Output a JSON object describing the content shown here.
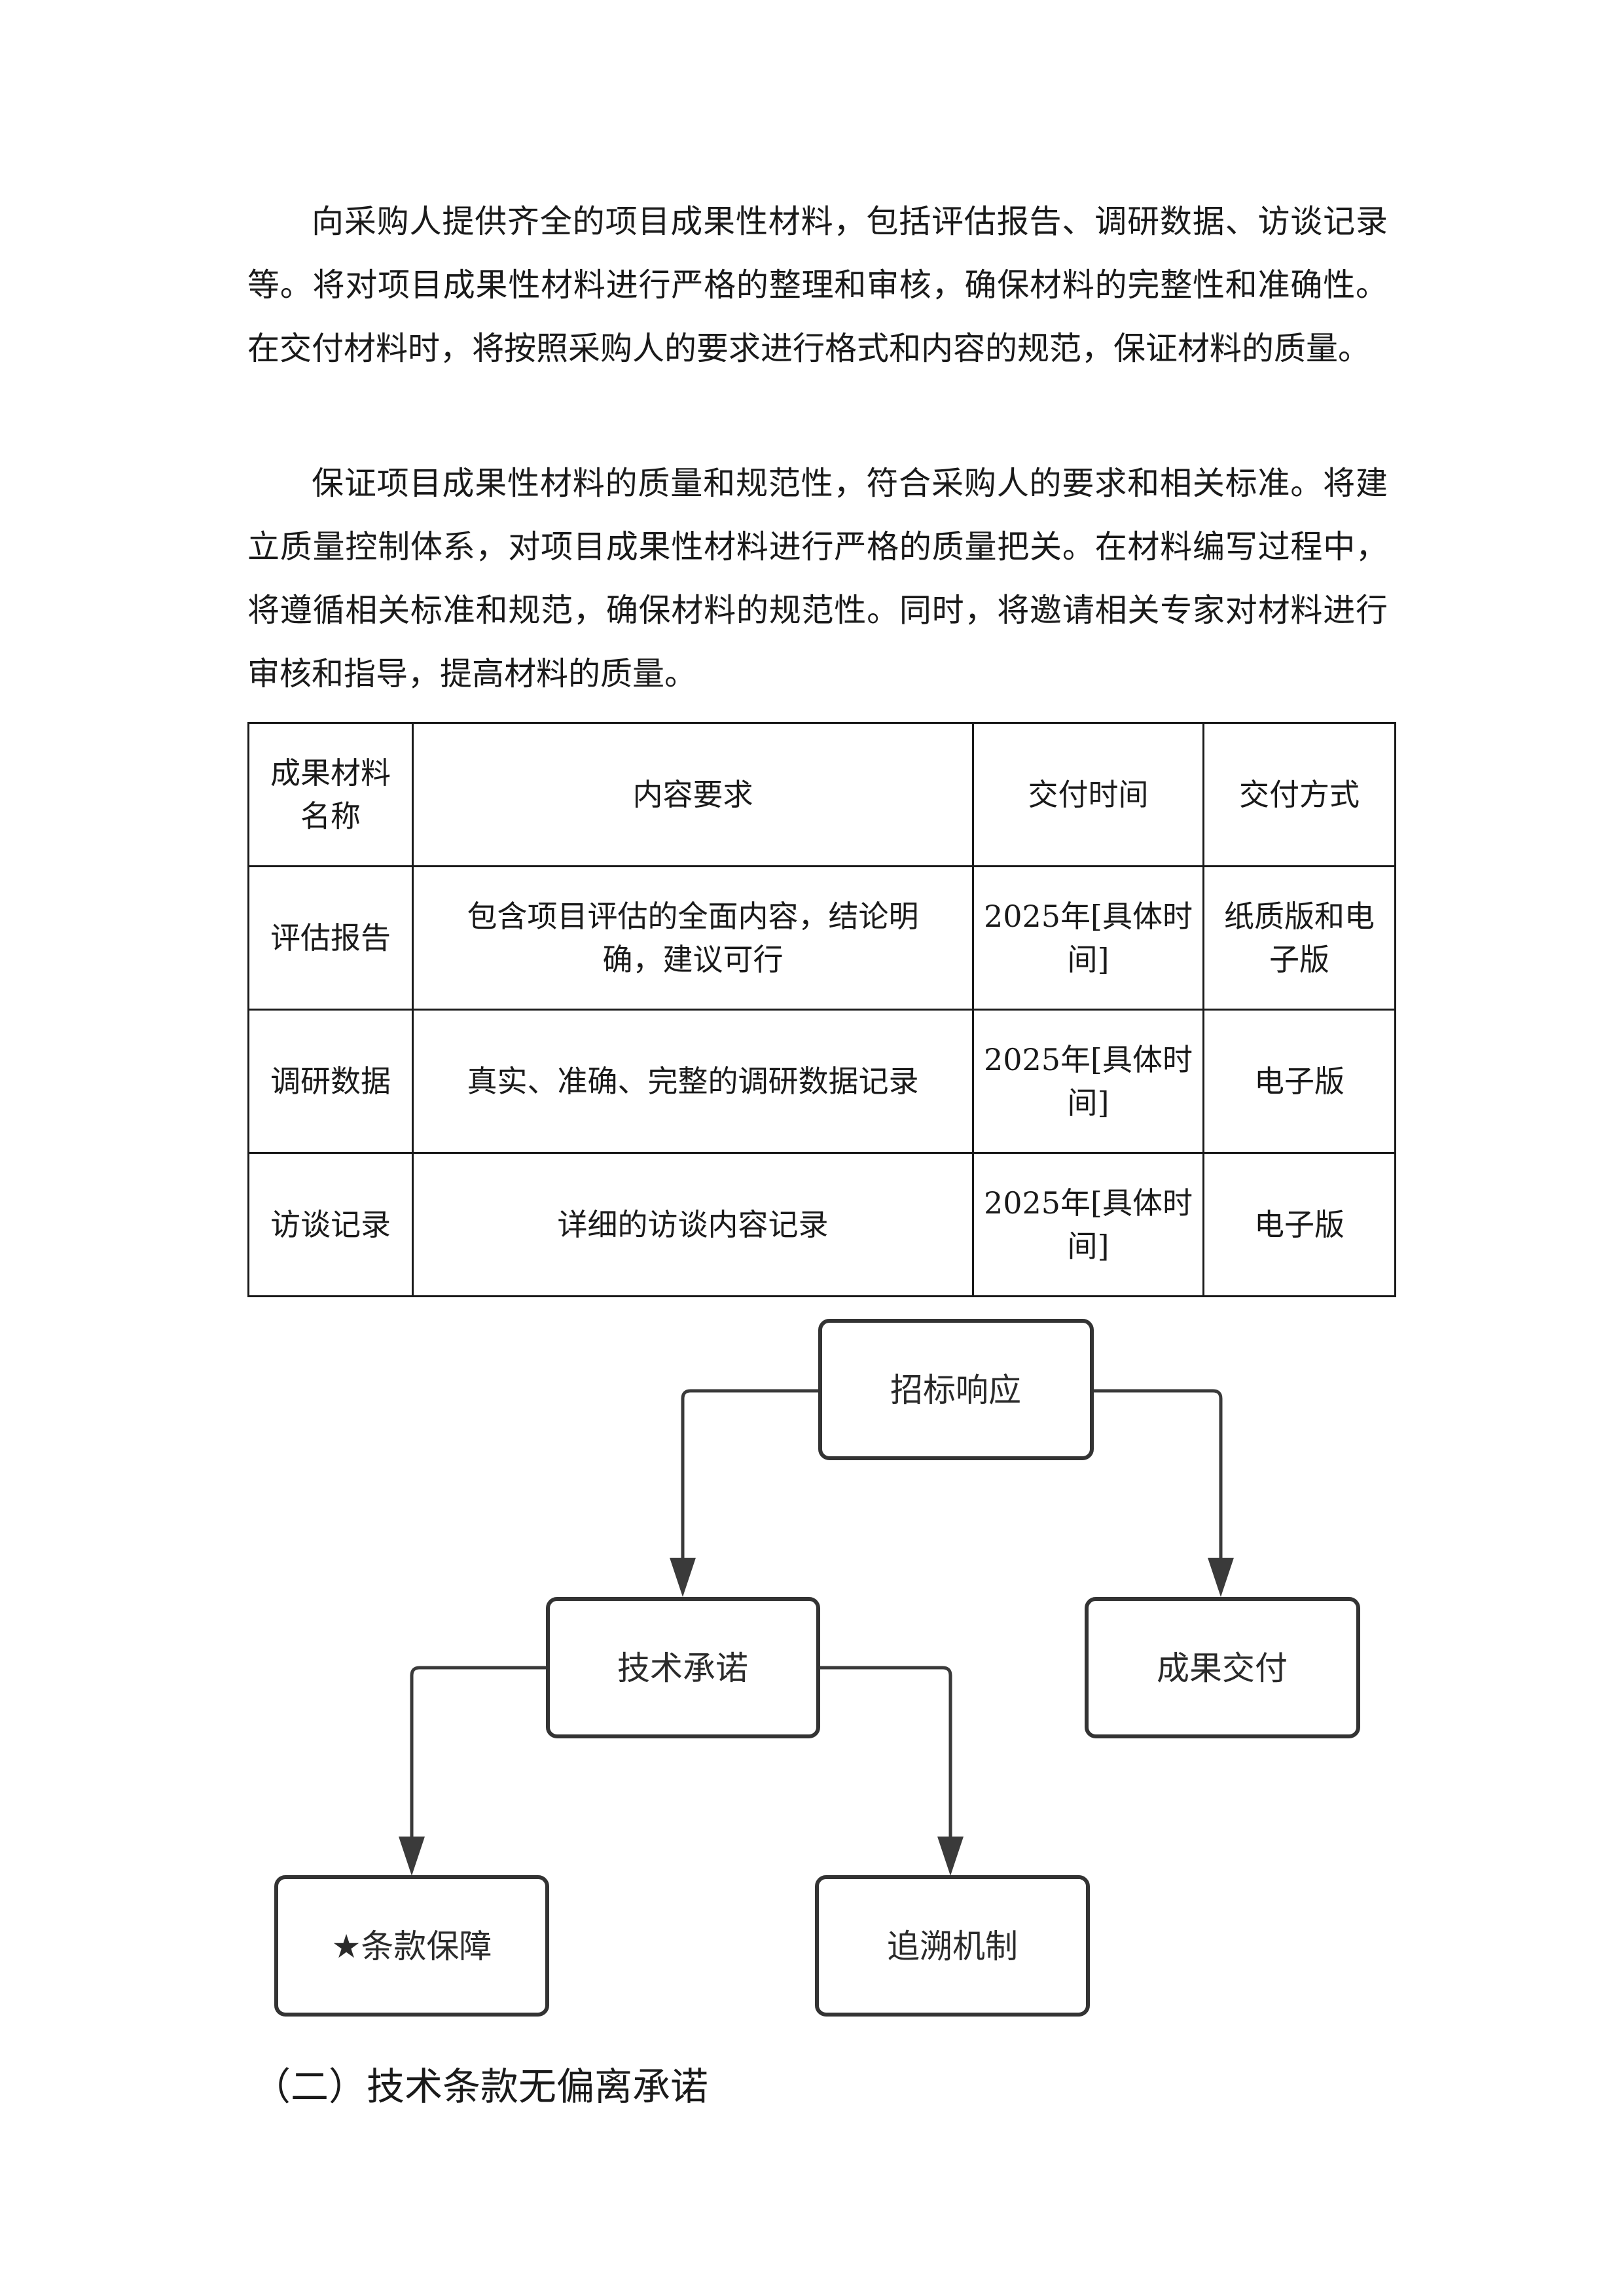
{
  "paragraphs": [
    "向采购人提供齐全的项目成果性材料，包括评估报告、调研数据、访谈记录等。将对项目成果性材料进行严格的整理和审核，确保材料的完整性和准确性。在交付材料时，将按照采购人的要求进行格式和内容的规范，保证材料的质量。",
    "保证项目成果性材料的质量和规范性，符合采购人的要求和相关标准。将建立质量控制体系，对项目成果性材料进行严格的质量把关。在材料编写过程中，将遵循相关标准和规范，确保材料的规范性。同时，将邀请相关专家对材料进行审核和指导，提高材料的质量。"
  ],
  "table": {
    "headers": [
      "成果材料名称",
      "内容要求",
      "交付时间",
      "交付方式"
    ],
    "rows": [
      [
        "评估报告",
        "包含项目评估的全面内容，结论明确，建议可行",
        "2025年[具体时间]",
        "纸质版和电子版"
      ],
      [
        "调研数据",
        "真实、准确、完整的调研数据记录",
        "2025年[具体时间]",
        "电子版"
      ],
      [
        "访谈记录",
        "详细的访谈内容记录",
        "2025年[具体时间]",
        "电子版"
      ]
    ]
  },
  "flowchart": {
    "root": "招标响应",
    "tech": "技术承诺",
    "delivery": "成果交付",
    "clause": "★条款保障",
    "trace": "追溯机制"
  },
  "section_heading": "（二）技术条款无偏离承诺"
}
